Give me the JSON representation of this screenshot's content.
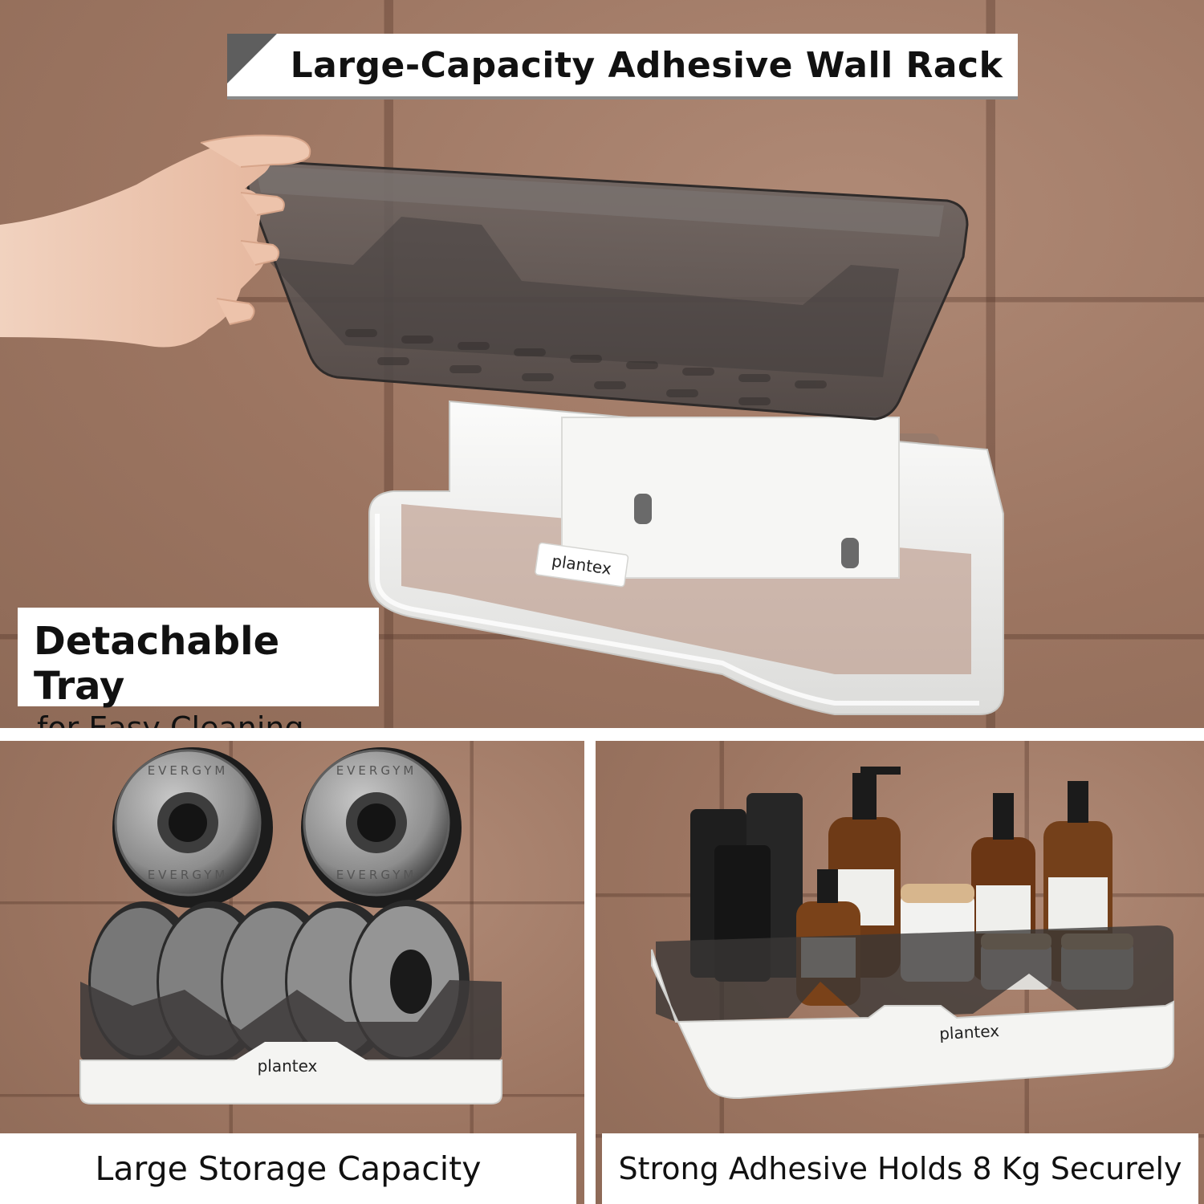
{
  "header": {
    "title": "Large-Capacity Adhesive Wall Rack"
  },
  "hero": {
    "caption_title": "Detachable Tray",
    "caption_subtitle": "for Easy Cleaning",
    "brand": "plantex"
  },
  "panels": {
    "left": {
      "caption": "Large Storage Capacity",
      "brand": "plantex",
      "plate_text": "EVERGYM"
    },
    "right": {
      "caption": "Strong Adhesive Holds 8 Kg Securely",
      "brand": "plantex"
    }
  },
  "colors": {
    "wall_tile": "#a07a66",
    "tray_smoke": "#5a5452",
    "rack_white": "#f2f2f0",
    "banner_accent": "#5e5e5e"
  }
}
